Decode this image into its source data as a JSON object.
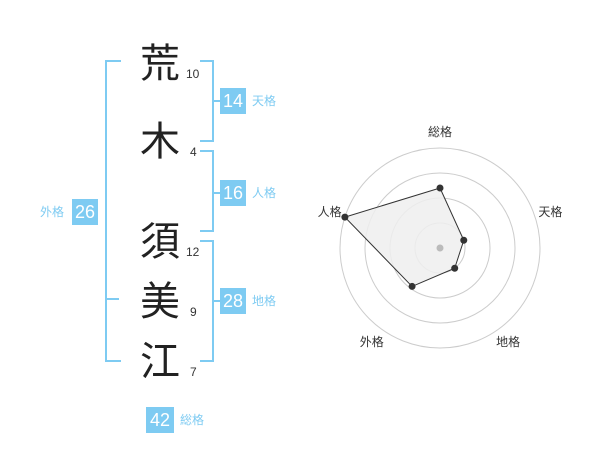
{
  "characters": [
    {
      "char": "荒",
      "strokes": "10"
    },
    {
      "char": "木",
      "strokes": "4"
    },
    {
      "char": "須",
      "strokes": "12"
    },
    {
      "char": "美",
      "strokes": "9"
    },
    {
      "char": "江",
      "strokes": "7"
    }
  ],
  "fortunes": {
    "tenkaku": {
      "value": "14",
      "label": "天格"
    },
    "jinkaku": {
      "value": "16",
      "label": "人格"
    },
    "chikaku": {
      "value": "28",
      "label": "地格"
    },
    "gaikaku": {
      "value": "26",
      "label": "外格"
    },
    "soukaku": {
      "value": "42",
      "label": "総格"
    }
  },
  "radar": {
    "axes": [
      "総格",
      "天格",
      "地格",
      "外格",
      "人格"
    ],
    "levels": 4,
    "values": [
      2.4,
      1.0,
      1.0,
      1.9,
      4.0
    ],
    "max": 4,
    "colors": {
      "ring": "#cccccc",
      "fill": "#eeeeee",
      "stroke": "#333333",
      "point": "#333333",
      "center": "#bbbbbb"
    }
  },
  "colors": {
    "accent": "#7ecbf2"
  }
}
